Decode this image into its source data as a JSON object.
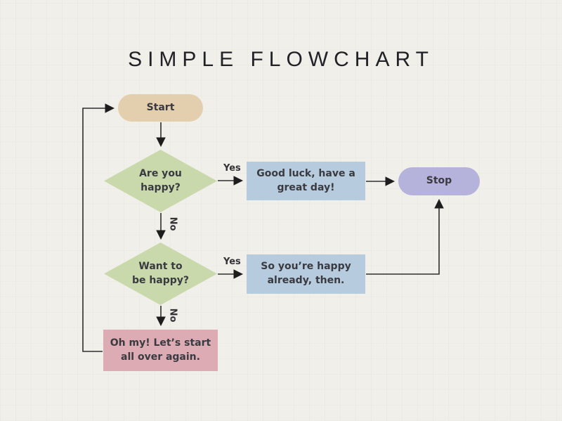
{
  "title": "SIMPLE FLOWCHART",
  "colors": {
    "background": "#f1efe9",
    "start_fill": "#e3cfad",
    "decision_fill": "#c9d9ab",
    "process_fill": "#b6cbdd",
    "stop_fill": "#b5b3db",
    "alert_fill": "#dcabb3",
    "line": "#2e2e2e",
    "title_text": "#212227"
  },
  "nodes": {
    "start": {
      "label": "Start",
      "type": "terminator"
    },
    "decision1": {
      "line1": "Are you",
      "line2": "happy?",
      "type": "decision"
    },
    "process1": {
      "line1": "Good luck, have a",
      "line2": "great day!",
      "type": "process"
    },
    "stop": {
      "label": "Stop",
      "type": "terminator"
    },
    "decision2": {
      "line1": "Want to",
      "line2": "be happy?",
      "type": "decision"
    },
    "process2": {
      "line1": "So you’re happy",
      "line2": "already, then.",
      "type": "process"
    },
    "process3": {
      "line1": "Oh my! Let’s start",
      "line2": "all over again.",
      "type": "process"
    }
  },
  "edge_labels": {
    "yes1": "Yes",
    "no1": "No",
    "yes2": "Yes",
    "no2": "No"
  }
}
